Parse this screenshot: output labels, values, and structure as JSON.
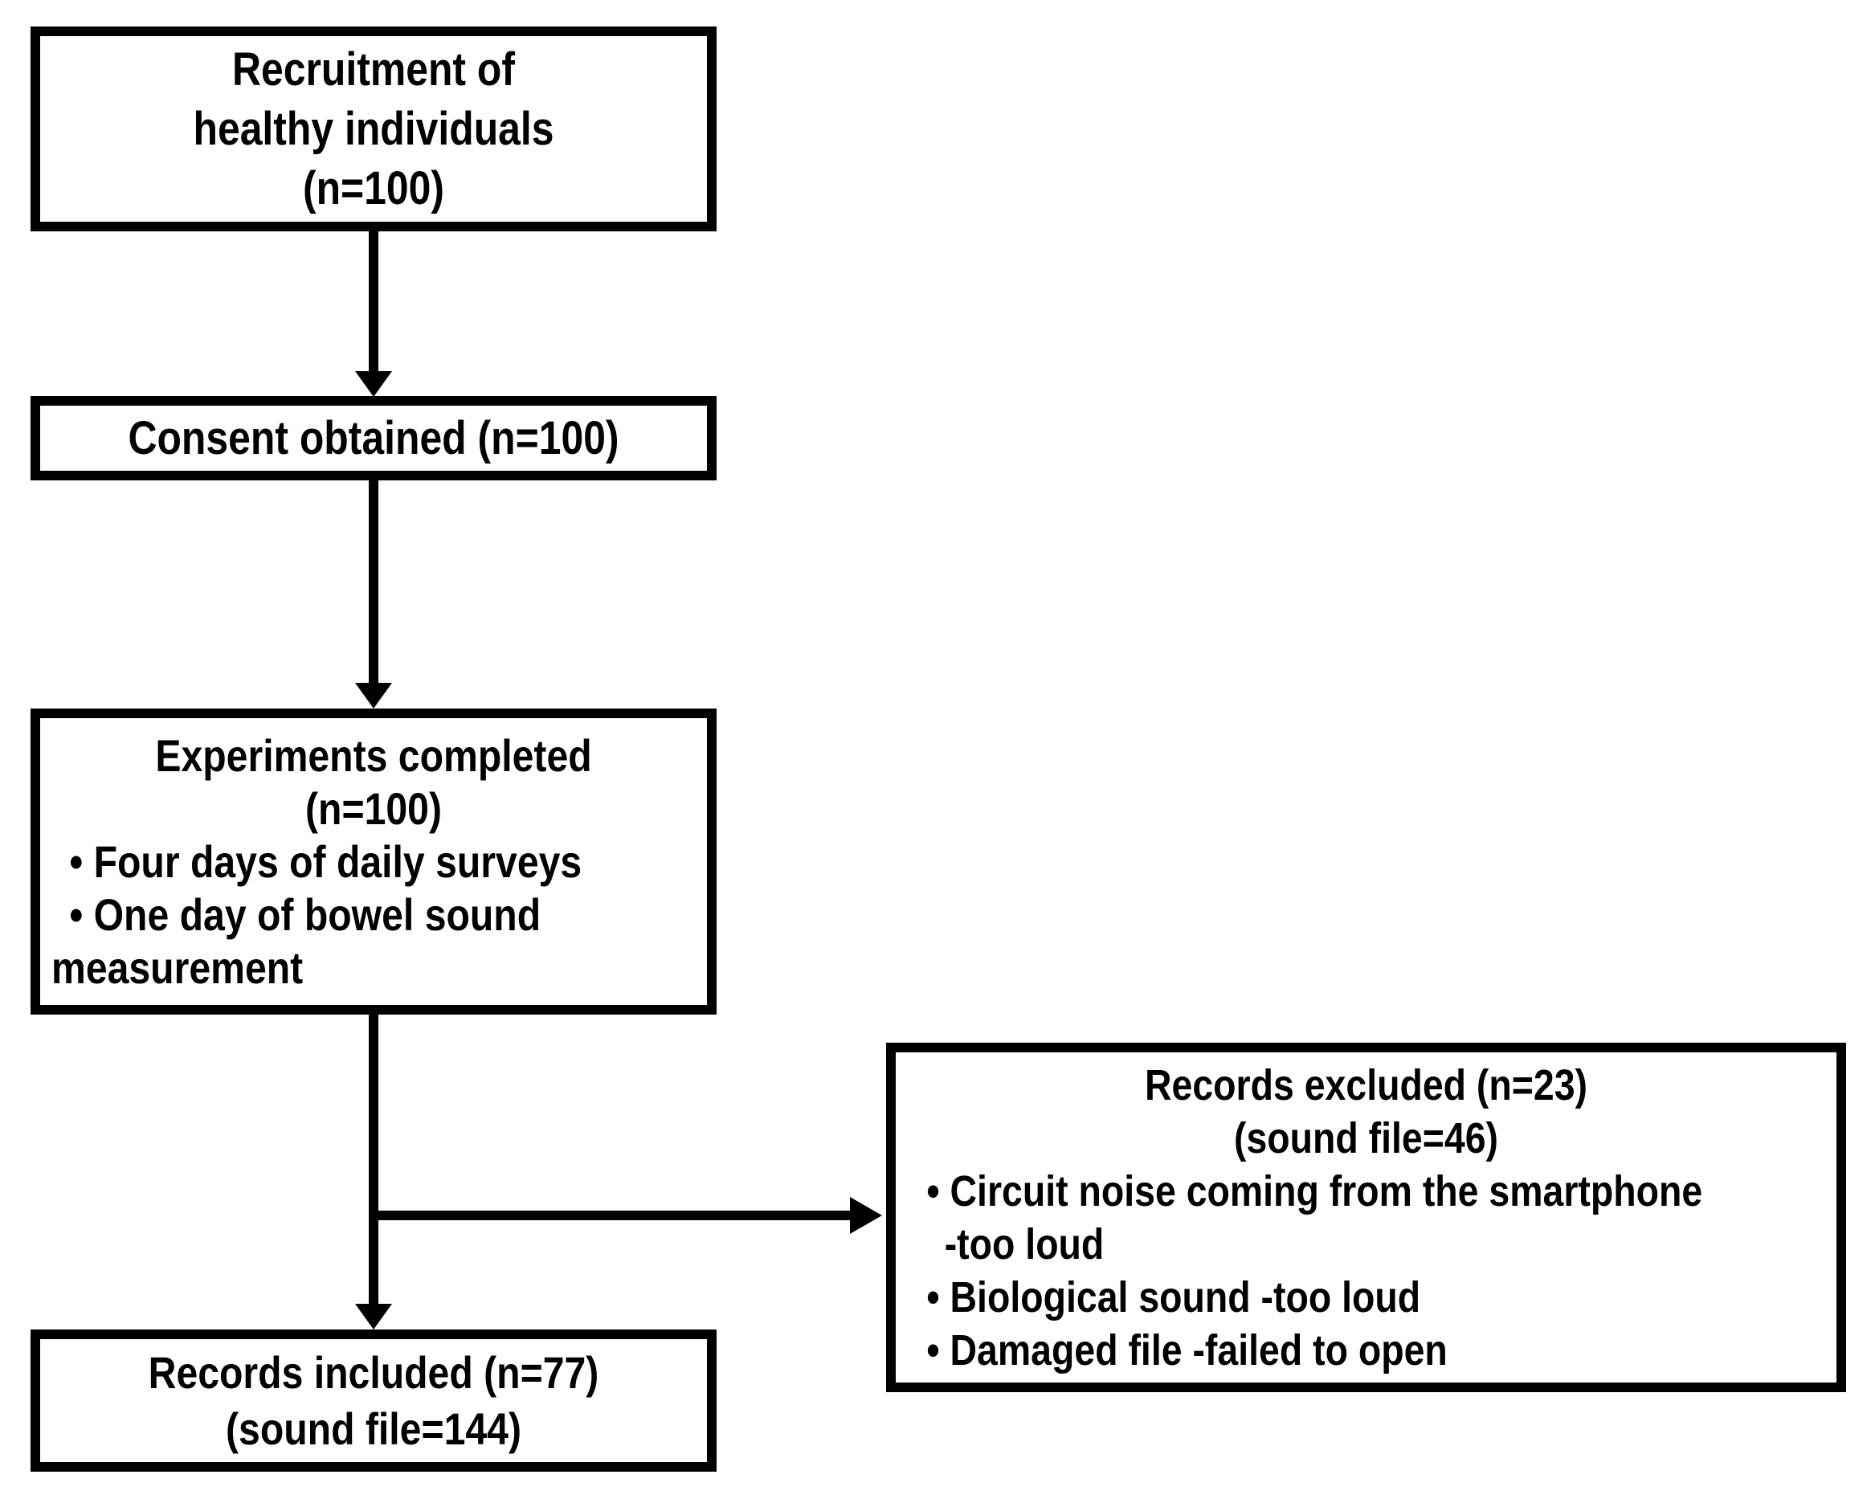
{
  "colors": {
    "box_border": "#000000",
    "box_fill": "#ffffff",
    "text": "#000000",
    "arrow": "#000000",
    "background": "#ffffff"
  },
  "flow": {
    "recruitment": {
      "lines": [
        "Recruitment of",
        "healthy individuals",
        "(n=100)"
      ]
    },
    "consent": {
      "lines": [
        "Consent obtained (n=100)"
      ]
    },
    "experiments": {
      "lines": [
        "Experiments completed",
        "(n=100)"
      ],
      "bullets": [
        "• Four days of daily surveys",
        "• One day of bowel sound"
      ],
      "bullet2_continuation": "measurement"
    },
    "included": {
      "lines": [
        "Records included (n=77)",
        "(sound file=144)"
      ]
    },
    "excluded": {
      "lines": [
        "Records excluded (n=23)",
        "(sound file=46)"
      ],
      "bullets": [
        "• Circuit noise coming from the smartphone",
        "• Biological sound -too loud",
        "• Damaged file -failed to open"
      ],
      "bullet1_continuation": "-too loud"
    }
  }
}
